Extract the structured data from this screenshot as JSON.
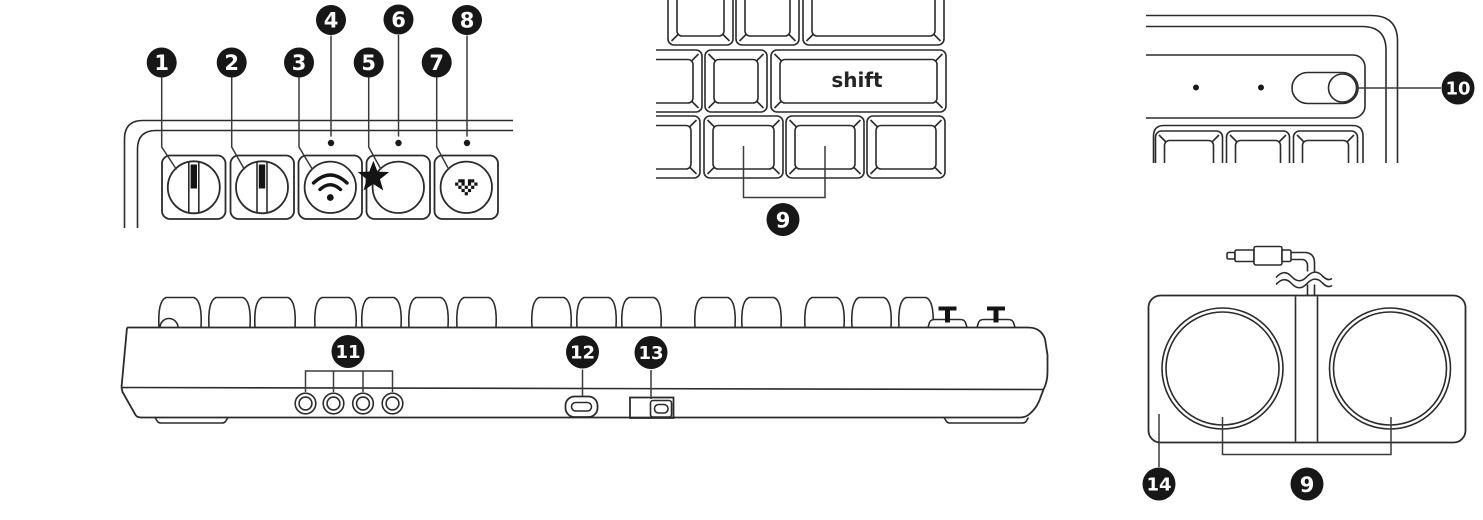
{
  "diagram": {
    "description": "Mechanical keyboard parts callout diagram",
    "background_color": "#ffffff",
    "line_color": "#2b2b2b",
    "badge_bg_color": "#171717",
    "badge_text_color": "#ffffff"
  },
  "keys": {
    "shift_label": "shift"
  },
  "icons": {
    "wifi": "wifi-icon",
    "favorite": "star-icon",
    "heart": "pixel-heart-icon",
    "knob": "rotary-knob",
    "led": "indicator-led-dot",
    "toggle": "slide-toggle",
    "jack": "audio-jack-port",
    "usb": "usb-c-port",
    "switch": "power-switch",
    "plug": "audio-plug-3-5mm"
  },
  "callouts": {
    "c1": {
      "n": "1",
      "target": "rotary-knob-1"
    },
    "c2": {
      "n": "2",
      "target": "rotary-knob-2"
    },
    "c3": {
      "n": "3",
      "target": "wifi-button"
    },
    "c4": {
      "n": "4",
      "target": "wifi-led"
    },
    "c5": {
      "n": "5",
      "target": "favorite-button"
    },
    "c6": {
      "n": "6",
      "target": "favorite-led"
    },
    "c7": {
      "n": "7",
      "target": "heart-button"
    },
    "c8": {
      "n": "8",
      "target": "heart-led"
    },
    "c9k": {
      "n": "9",
      "target": "combo-keys"
    },
    "c10": {
      "n": "10",
      "target": "slide-toggle"
    },
    "c11": {
      "n": "11",
      "target": "audio-jack-ports"
    },
    "c12": {
      "n": "12",
      "target": "usb-c-port"
    },
    "c13": {
      "n": "13",
      "target": "power-switch"
    },
    "c14": {
      "n": "14",
      "target": "speaker-enclosure"
    },
    "c9s": {
      "n": "9",
      "target": "speaker-pads"
    }
  }
}
